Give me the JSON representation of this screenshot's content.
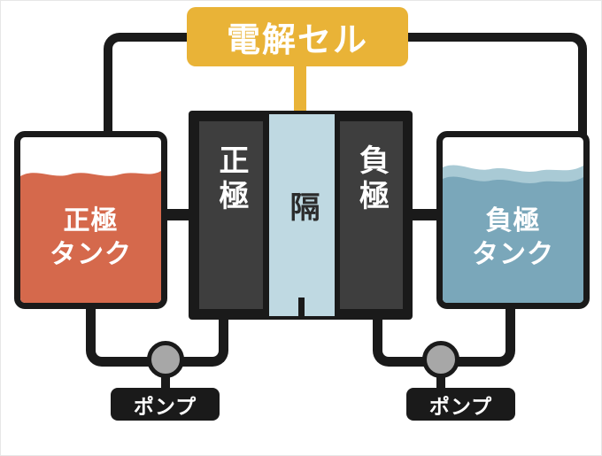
{
  "diagram": {
    "title": "電解セル",
    "cell": {
      "positive_electrode": "正極",
      "separator": "隔",
      "negative_electrode": "負極"
    },
    "tanks": {
      "positive": {
        "line1": "正極",
        "line2": "タンク"
      },
      "negative": {
        "line1": "負極",
        "line2": "タンク"
      }
    },
    "pumps": {
      "left": "ポンプ",
      "right": "ポンプ"
    },
    "colors": {
      "accent_yellow": "#E9B337",
      "positive_liquid": "#D5694C",
      "negative_liquid": "#7AA7BA",
      "negative_liquid_light": "#A9CAD5",
      "separator_blue": "#BFD9E2",
      "pipe_black": "#1A1A1A",
      "electrode_gray": "#3E3E3E",
      "pump_gray": "#A7A7A7"
    }
  }
}
